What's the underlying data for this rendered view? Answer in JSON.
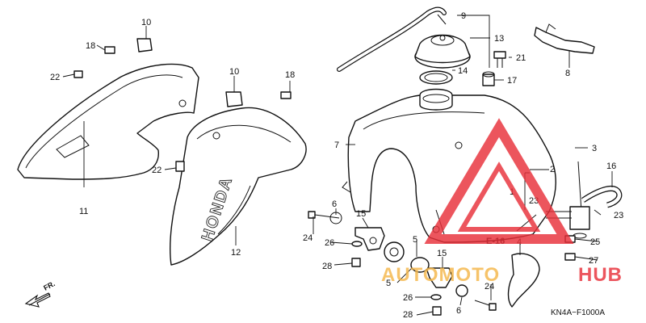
{
  "diagram": {
    "callouts": [
      {
        "id": "c10a",
        "text": "10"
      },
      {
        "id": "c18a",
        "text": "18"
      },
      {
        "id": "c22a",
        "text": "22"
      },
      {
        "id": "c11",
        "text": "11"
      },
      {
        "id": "c10b",
        "text": "10"
      },
      {
        "id": "c18b",
        "text": "18"
      },
      {
        "id": "c22b",
        "text": "22"
      },
      {
        "id": "c12",
        "text": "12"
      },
      {
        "id": "c9",
        "text": "9"
      },
      {
        "id": "c13",
        "text": "13"
      },
      {
        "id": "c21",
        "text": "21"
      },
      {
        "id": "c14",
        "text": "14"
      },
      {
        "id": "c17",
        "text": "17"
      },
      {
        "id": "c8",
        "text": "8"
      },
      {
        "id": "c7",
        "text": "7"
      },
      {
        "id": "c3",
        "text": "3"
      },
      {
        "id": "c2",
        "text": "2"
      },
      {
        "id": "c16",
        "text": "16"
      },
      {
        "id": "c1",
        "text": "1"
      },
      {
        "id": "c23a",
        "text": "23"
      },
      {
        "id": "c23b",
        "text": "23"
      },
      {
        "id": "c6a",
        "text": "6"
      },
      {
        "id": "c15a",
        "text": "15"
      },
      {
        "id": "c24a",
        "text": "24"
      },
      {
        "id": "c26a",
        "text": "26"
      },
      {
        "id": "c5a",
        "text": "5"
      },
      {
        "id": "c4",
        "text": "4"
      },
      {
        "id": "c25",
        "text": "25"
      },
      {
        "id": "c27",
        "text": "27"
      },
      {
        "id": "c28a",
        "text": "28"
      },
      {
        "id": "c15b",
        "text": "15"
      },
      {
        "id": "c5b",
        "text": "5"
      },
      {
        "id": "c24b",
        "text": "24"
      },
      {
        "id": "c26b",
        "text": "26"
      },
      {
        "id": "c6b",
        "text": "6"
      },
      {
        "id": "c28b",
        "text": "28"
      }
    ],
    "section_ref": "E-16",
    "front_arrow_label": "FR.",
    "drawing_code": "KN4A−F1000A",
    "shroud_lettering": "HONDA"
  },
  "watermark": {
    "part1": "AUTOMOTO",
    "part2": "HUB",
    "color_primary": "#e8303a",
    "color_secondary": "#f5b74a"
  }
}
